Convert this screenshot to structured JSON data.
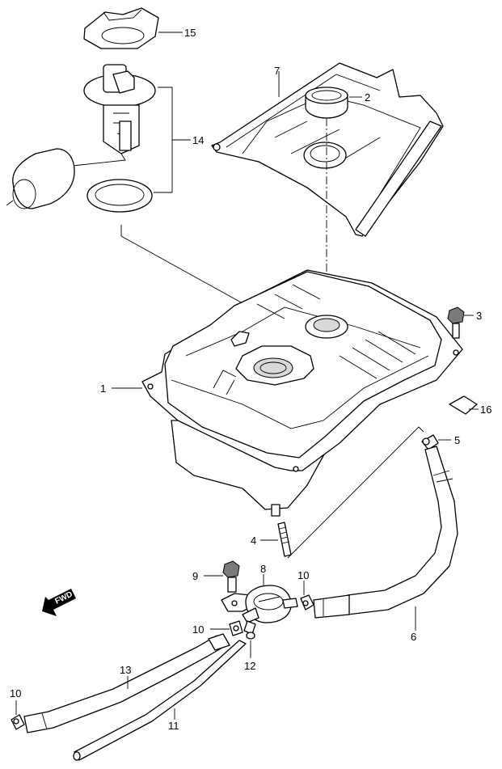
{
  "callouts": {
    "c1": "1",
    "c2": "2",
    "c3": "3",
    "c4": "4",
    "c5": "5",
    "c6": "6",
    "c7": "7",
    "c8": "8",
    "c9": "9",
    "c10a": "10",
    "c10b": "10",
    "c10c": "10",
    "c11": "11",
    "c12": "12",
    "c13": "13",
    "c14": "14",
    "c15": "15",
    "c16": "16"
  },
  "direction_badge": {
    "text": "FWD",
    "icon": "forward-arrow-icon"
  },
  "colors": {
    "line": "#000000",
    "background": "#ffffff",
    "shading": "#d8d8d8"
  }
}
